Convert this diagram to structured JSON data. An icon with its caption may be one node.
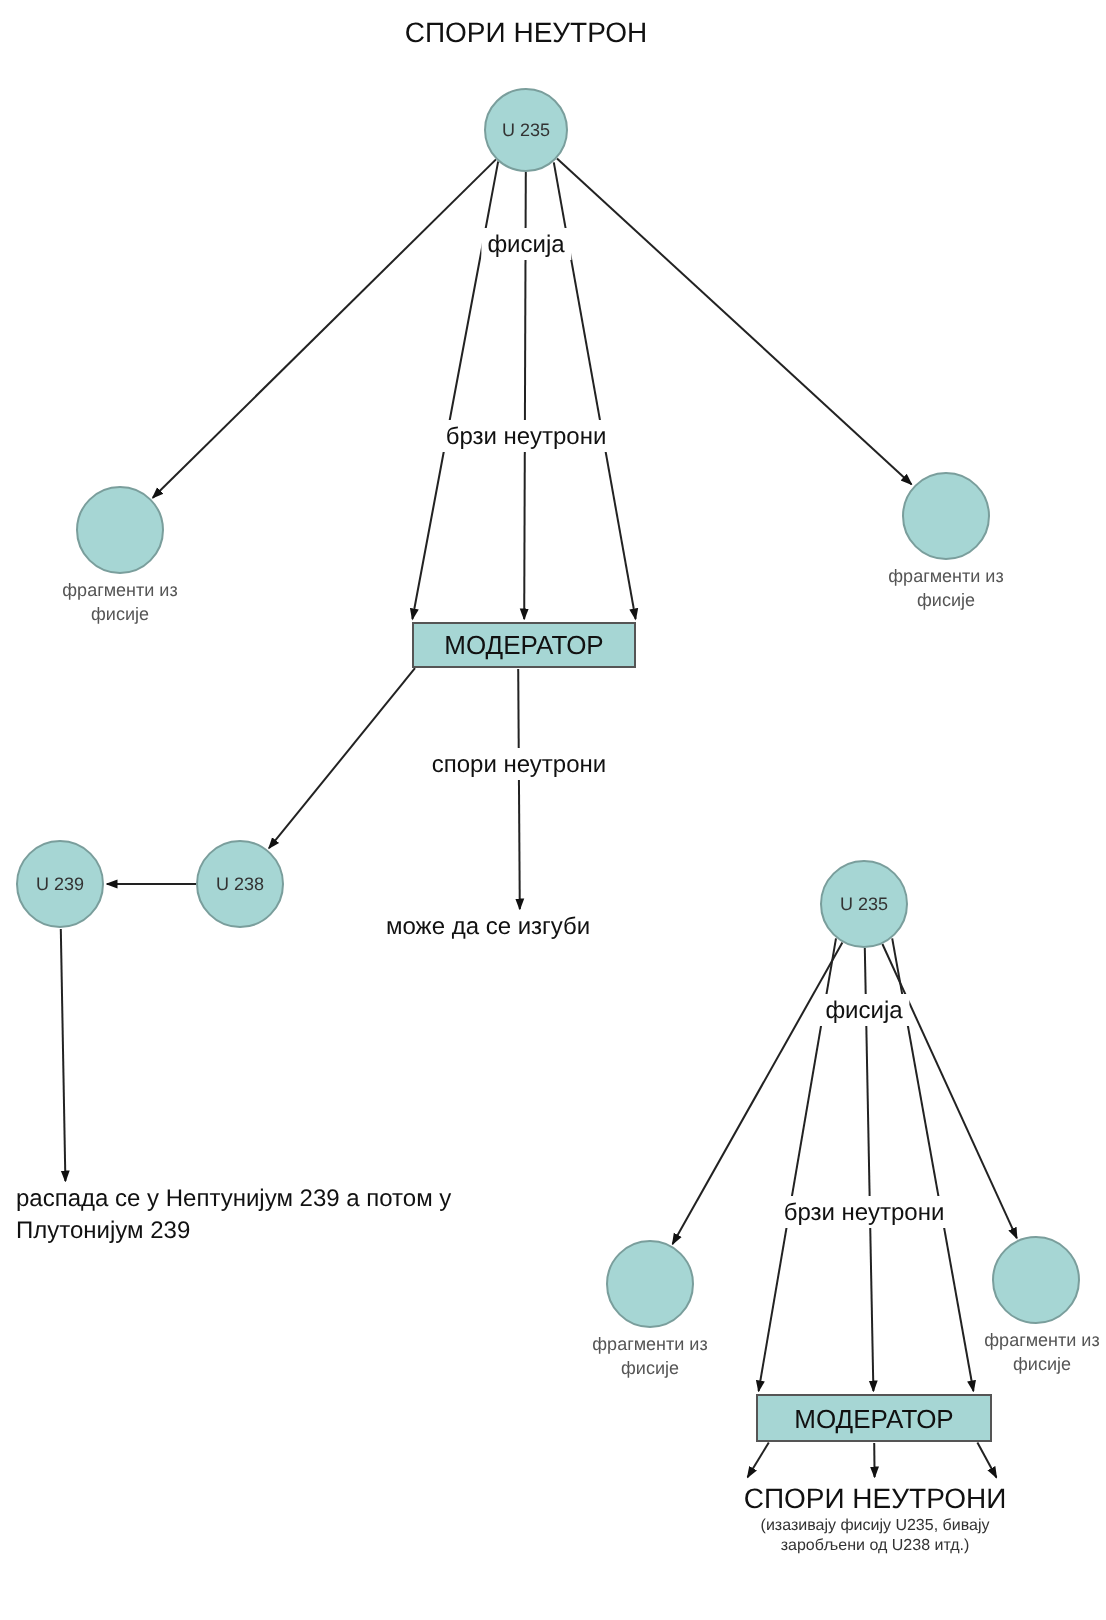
{
  "diagram": {
    "title": "СПОРИ НЕУТРОН",
    "nodes": [
      {
        "text": [
          "U 235"
        ]
      },
      {
        "text": [],
        "shape": "circle",
        "beside": [
          "фрагменти из фисије"
        ]
      },
      {
        "text": [],
        "shape": "circle",
        "beside": [
          "фрагменти из фисије"
        ]
      },
      {
        "text": [
          "МОДЕРАТОР"
        ]
      },
      {
        "text": [
          "U 238"
        ]
      },
      {
        "text": [
          "U 239"
        ]
      },
      {
        "text": [
          "распада се у Нептунијум 239 а потом у Плутонијум 239"
        ]
      },
      {
        "text": [
          "може да се изгуби"
        ]
      },
      {
        "text": [
          "U 235"
        ]
      },
      {
        "text": [],
        "shape": "circle",
        "beside": [
          "фрагменти из фисије"
        ]
      },
      {
        "text": [],
        "shape": "circle",
        "beside": [
          "фрагменти из фисије"
        ]
      },
      {
        "text": [
          "МОДЕРАТОР"
        ]
      },
      {
        "text": [
          "СПОРИ НЕУТРОНИ",
          "(изазивају фисију U235, бивају заробљени од U238 итд.)"
        ]
      }
    ],
    "edges": [
      {
        "from": 0,
        "to": 1,
        "arrow": "to"
      },
      {
        "from": 0,
        "to": 2,
        "arrow": "to"
      },
      {
        "from": 0,
        "to": 3,
        "arrow": "to"
      },
      {
        "from": 0,
        "to": 3,
        "arrow": "to"
      },
      {
        "from": 0,
        "to": 3,
        "arrow": "to"
      },
      {
        "from": 3,
        "to": 4,
        "arrow": "to"
      },
      {
        "from": 4,
        "to": 5,
        "arrow": "to"
      },
      {
        "from": 5,
        "to": 6,
        "arrow": "to"
      },
      {
        "from": 3,
        "to": 7,
        "arrow": "to",
        "label": "спори неутрони"
      },
      {
        "from": 8,
        "to": 9,
        "arrow": "to"
      },
      {
        "from": 8,
        "to": 10,
        "arrow": "to"
      },
      {
        "from": 8,
        "to": 11,
        "arrow": "to"
      },
      {
        "from": 8,
        "to": 11,
        "arrow": "to"
      },
      {
        "from": 8,
        "to": 11,
        "arrow": "to"
      },
      {
        "from": 11,
        "to": 12,
        "arrow": "to"
      },
      {
        "from": 11,
        "to": 12,
        "arrow": "to"
      },
      {
        "from": 11,
        "to": 12,
        "arrow": "to"
      }
    ],
    "labels": [
      "фисија",
      "брзи неутрони",
      "фисија",
      "брзи неутрони"
    ]
  }
}
